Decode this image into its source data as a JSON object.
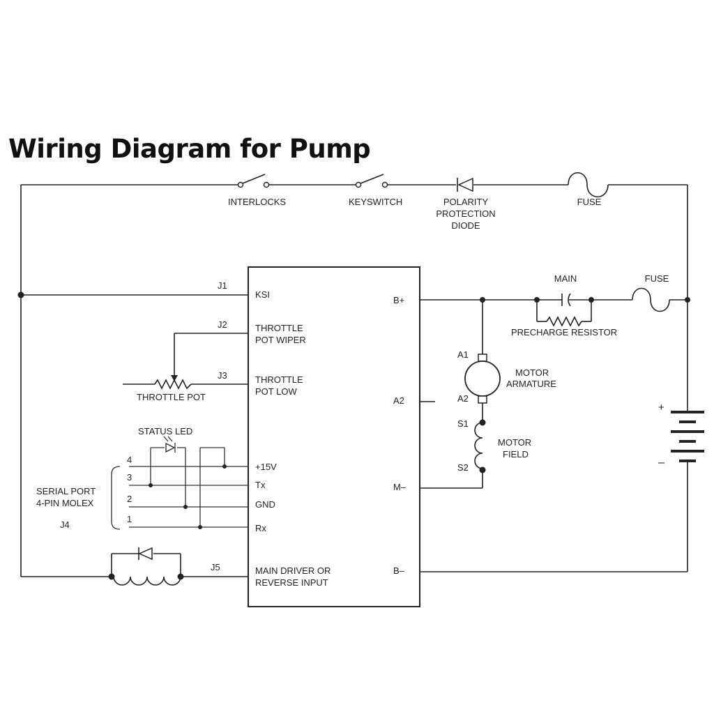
{
  "title": "Wiring Diagram for Pump",
  "top_branch": {
    "interlocks": "INTERLOCKS",
    "keyswitch": "KEYSWITCH",
    "diode": [
      "POLARITY",
      "PROTECTION",
      "DIODE"
    ],
    "fuse": "FUSE"
  },
  "connectors": {
    "j1": "J1",
    "j2": "J2",
    "j3": "J3",
    "j4": "J4",
    "j5": "J5"
  },
  "controller_pins_left": {
    "ksi": "KSI",
    "throttle_wiper": [
      "THROTTLE",
      "POT WIPER"
    ],
    "throttle_low": [
      "THROTTLE",
      "POT LOW"
    ],
    "v15": "+15V",
    "tx": "Tx",
    "gnd": "GND",
    "rx": "Rx",
    "main_driver": [
      "MAIN DRIVER OR",
      "REVERSE INPUT"
    ]
  },
  "controller_pins_right": {
    "b_plus": "B+",
    "a2": "A2",
    "m_minus": "M–",
    "b_minus": "B–"
  },
  "left_components": {
    "throttle_pot": "THROTTLE POT",
    "status_led": "STATUS LED",
    "serial_port": [
      "SERIAL PORT",
      "4-PIN MOLEX"
    ],
    "pins": [
      "4",
      "3",
      "2",
      "1"
    ]
  },
  "power_section": {
    "main": "MAIN",
    "fuse": "FUSE",
    "precharge": "PRECHARGE RESISTOR",
    "a1": "A1",
    "a2": "A2",
    "motor_armature": [
      "MOTOR",
      "ARMATURE"
    ],
    "s1": "S1",
    "s2": "S2",
    "motor_field": [
      "MOTOR",
      "FIELD"
    ],
    "plus": "+",
    "minus": "–"
  }
}
